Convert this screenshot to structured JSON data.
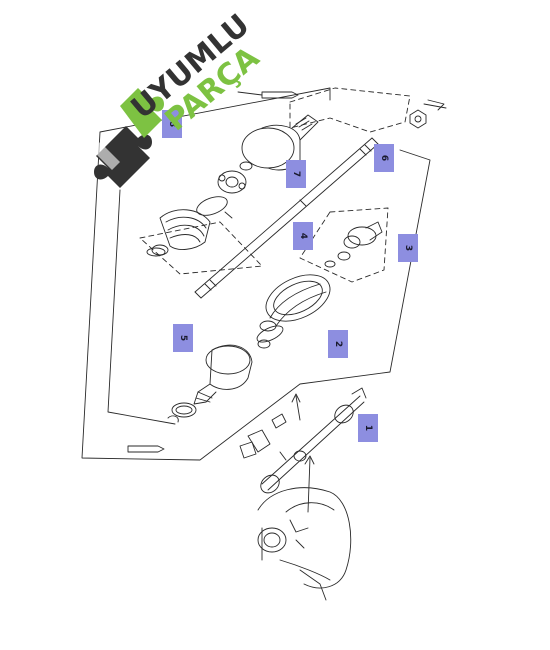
{
  "logo": {
    "word1": "UYUMLU",
    "word2": "PARÇA",
    "colors": {
      "dark": "#333333",
      "green": "#7dc242"
    }
  },
  "callouts": [
    {
      "id": "callout-1",
      "label": "1"
    },
    {
      "id": "callout-2",
      "label": "2"
    },
    {
      "id": "callout-3",
      "label": "3"
    },
    {
      "id": "callout-4",
      "label": "4"
    },
    {
      "id": "callout-5",
      "label": "5"
    },
    {
      "id": "callout-6",
      "label": "6"
    },
    {
      "id": "callout-7",
      "label": "7"
    },
    {
      "id": "callout-8",
      "label": "8"
    }
  ],
  "colors": {
    "line": "#2a2a2a",
    "callout_fill": "#8d8ee0",
    "background": "#ffffff"
  }
}
